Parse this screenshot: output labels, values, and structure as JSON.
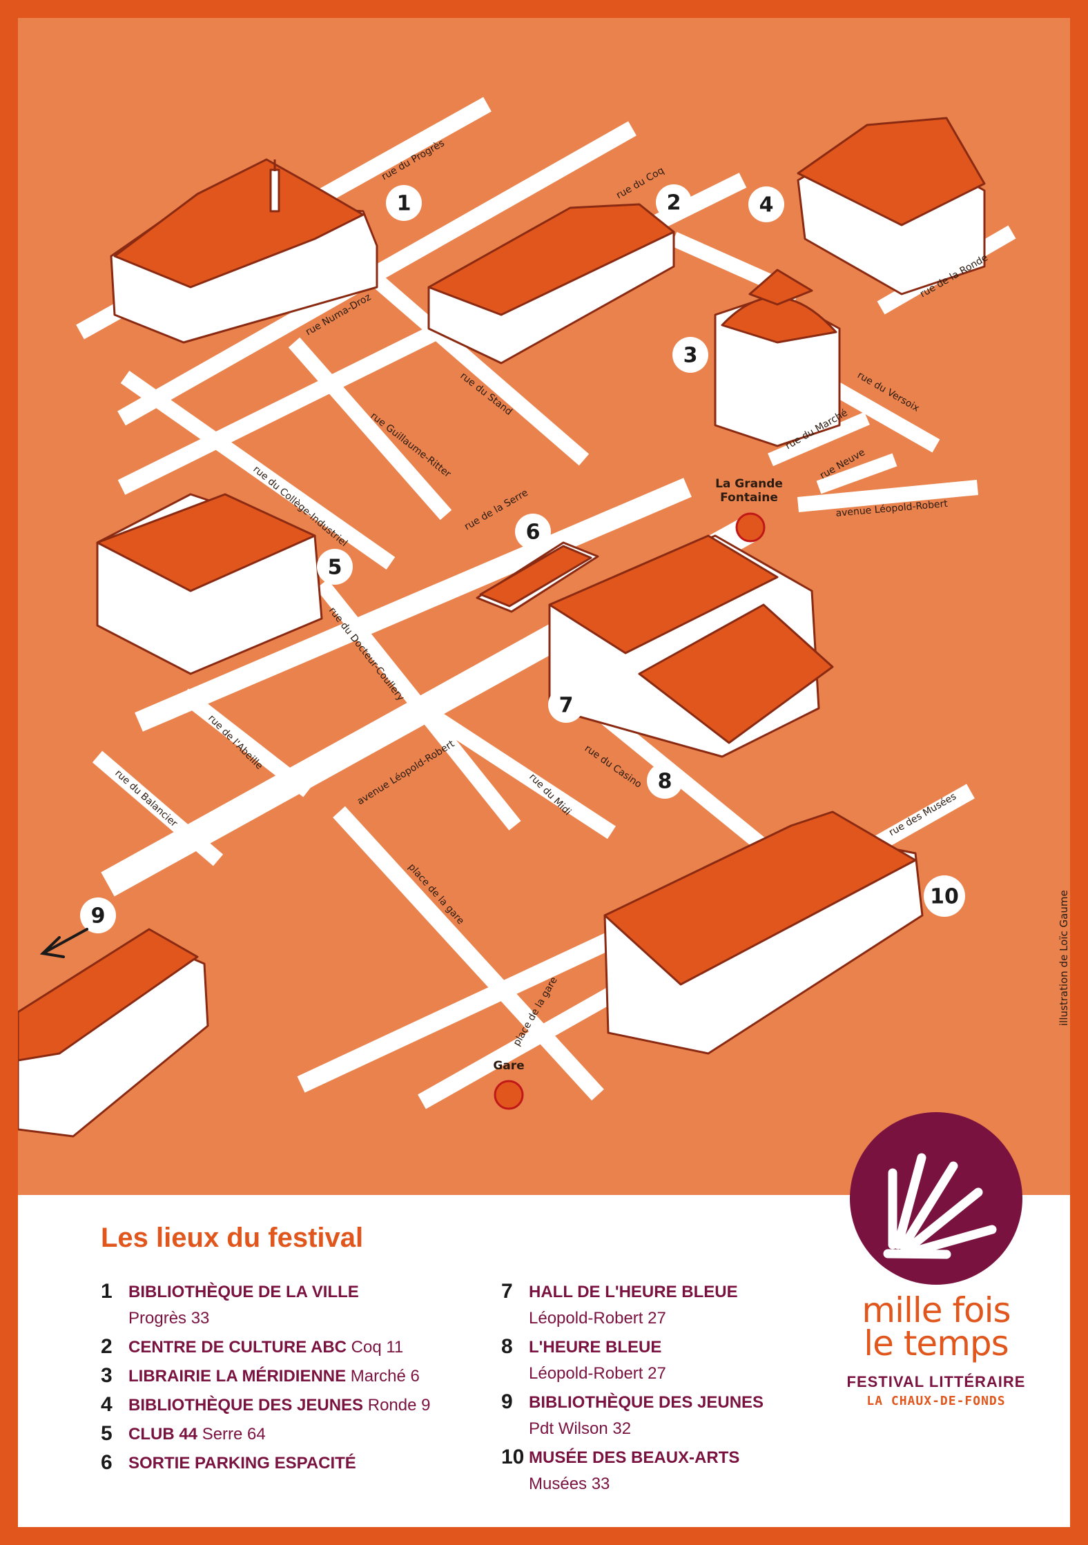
{
  "map": {
    "streets": [
      "rue du Progrès",
      "rue du Coq",
      "rue Numa-Droz",
      "rue du Stand",
      "rue Guillaume-Ritter",
      "rue du Collège-Industriel",
      "rue de la Serre",
      "rue de la Ronde",
      "rue du Versoix",
      "rue du Marché",
      "rue Neuve",
      "avenue Léopold-Robert",
      "rue du Docteur-Coullery",
      "rue de l'Abeille",
      "rue du Balancier",
      "avenue Léopold-Robert",
      "rue du Midi",
      "rue du Casino",
      "rue des Musées",
      "place de la gare",
      "place de la gare"
    ],
    "landmarks": {
      "fountain_line1": "La Grande",
      "fountain_line2": "Fontaine",
      "station": "Gare"
    },
    "markers": [
      "1",
      "2",
      "3",
      "4",
      "5",
      "6",
      "7",
      "8",
      "9",
      "10"
    ],
    "credit": "illustration de Loïc Gaume",
    "colors": {
      "background": "#e9824d",
      "roof": "#e0561c",
      "outline": "#8a2a12",
      "road": "#ffffff"
    }
  },
  "legend": {
    "title": "Les lieux du festival",
    "left": [
      {
        "num": "1",
        "name": "BIBLIOTHÈQUE DE LA VILLE",
        "inline": "",
        "addr": "Progrès 33"
      },
      {
        "num": "2",
        "name": "CENTRE DE CULTURE ABC",
        "inline": "Coq 11",
        "addr": ""
      },
      {
        "num": "3",
        "name": "LIBRAIRIE LA MÉRIDIENNE",
        "inline": "Marché 6",
        "addr": ""
      },
      {
        "num": "4",
        "name": "BIBLIOTHÈQUE DES JEUNES",
        "inline": "Ronde 9",
        "addr": ""
      },
      {
        "num": "5",
        "name": "CLUB 44",
        "inline": "Serre 64",
        "addr": ""
      },
      {
        "num": "6",
        "name": "SORTIE PARKING ESPACITÉ",
        "inline": "",
        "addr": ""
      }
    ],
    "right": [
      {
        "num": "7",
        "name": "HALL DE L'HEURE BLEUE",
        "inline": "",
        "addr": "Léopold-Robert 27"
      },
      {
        "num": "8",
        "name": "L'HEURE BLEUE",
        "inline": "",
        "addr": "Léopold-Robert 27"
      },
      {
        "num": "9",
        "name": "BIBLIOTHÈQUE DES JEUNES",
        "inline": "",
        "addr": "Pdt Wilson 32"
      },
      {
        "num": "10",
        "name": "MUSÉE DES BEAUX-ARTS",
        "inline": "",
        "addr": "Musées 33"
      }
    ]
  },
  "logo": {
    "line1": "mille fois",
    "line2": "le temps",
    "subtitle1": "FESTIVAL LITTÉRAIRE",
    "subtitle2": "LA CHAUX-DE-FONDS",
    "colors": {
      "circle": "#7a1240",
      "accent": "#e0561c"
    }
  }
}
